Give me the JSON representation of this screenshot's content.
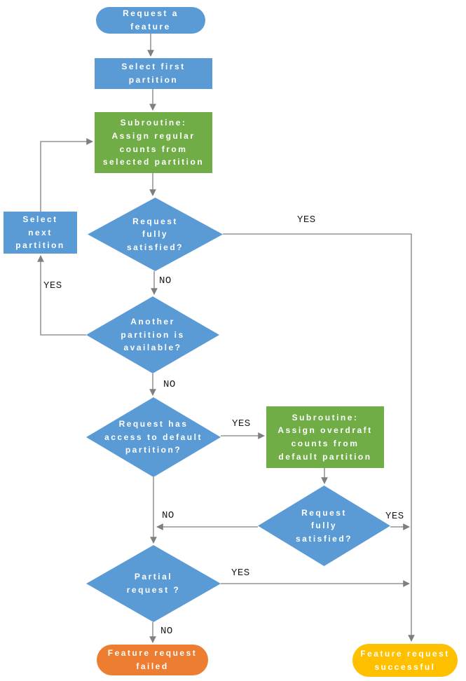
{
  "diagram": {
    "type": "flowchart",
    "colors": {
      "process_blue": "#5B9BD5",
      "subroutine_green": "#70AD47",
      "fail_orange": "#ED7D31",
      "success_yellow": "#FFC000",
      "connector_gray": "#7F7F7F",
      "node_text": "#FFFFFF",
      "edge_label_text": "#1A1A1A"
    },
    "nodes": {
      "start": {
        "shape": "terminator",
        "text": "Request a\nfeature"
      },
      "select_first_partition": {
        "shape": "process",
        "text": "Select first\npartition"
      },
      "assign_regular_counts": {
        "shape": "subroutine",
        "text": "Subroutine:\nAssign regular\ncounts from\nselected partition"
      },
      "request_fully_satisfied_1": {
        "shape": "decision",
        "text": "Request\nfully\nsatisfied?"
      },
      "select_next_partition": {
        "shape": "process",
        "text": "Select\nnext\npartition"
      },
      "another_partition_available": {
        "shape": "decision",
        "text": "Another\npartition is\navailable?"
      },
      "access_to_default_partition": {
        "shape": "decision",
        "text": "Request has\naccess to default\npartition?"
      },
      "assign_overdraft_counts": {
        "shape": "subroutine",
        "text": "Subroutine:\nAssign overdraft\ncounts from\ndefault partition"
      },
      "request_fully_satisfied_2": {
        "shape": "decision",
        "text": "Request\nfully\nsatisfied?"
      },
      "partial_request": {
        "shape": "decision",
        "text": "Partial\nrequest ?"
      },
      "feature_request_failed": {
        "shape": "terminator",
        "text": "Feature request\nfailed"
      },
      "feature_request_successful": {
        "shape": "terminator",
        "text": "Feature request\nsuccessful"
      }
    },
    "edge_labels": {
      "satisfied1_yes": "YES",
      "satisfied1_no": "NO",
      "another_yes": "YES",
      "another_no": "NO",
      "default_access_yes": "YES",
      "satisfied2_no": "NO",
      "satisfied2_yes": "YES",
      "partial_yes": "YES",
      "partial_no": "NO"
    }
  }
}
